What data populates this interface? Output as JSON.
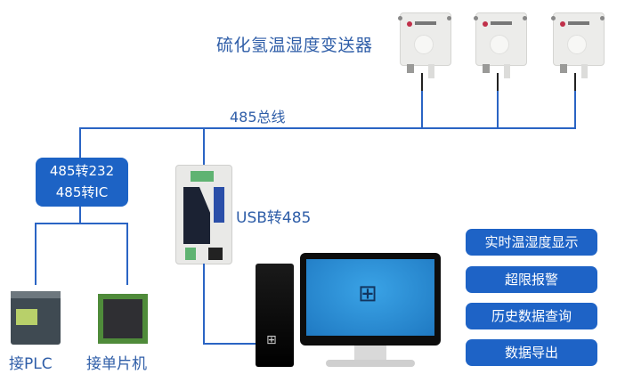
{
  "title": "硫化氢温湿度变送器",
  "bus_label": "485总线",
  "converter_box": {
    "line1": "485转232",
    "line2": "485转IC"
  },
  "usb_label": "USB转485",
  "devices": {
    "plc_label": "接PLC",
    "mcu_label": "接单片机"
  },
  "features": [
    "实时温湿度显示",
    "超限报警",
    "历史数据查询",
    "数据导出"
  ],
  "colors": {
    "line": "#2a64c4",
    "box": "#1d63c5",
    "text": "#2f5ea8"
  }
}
